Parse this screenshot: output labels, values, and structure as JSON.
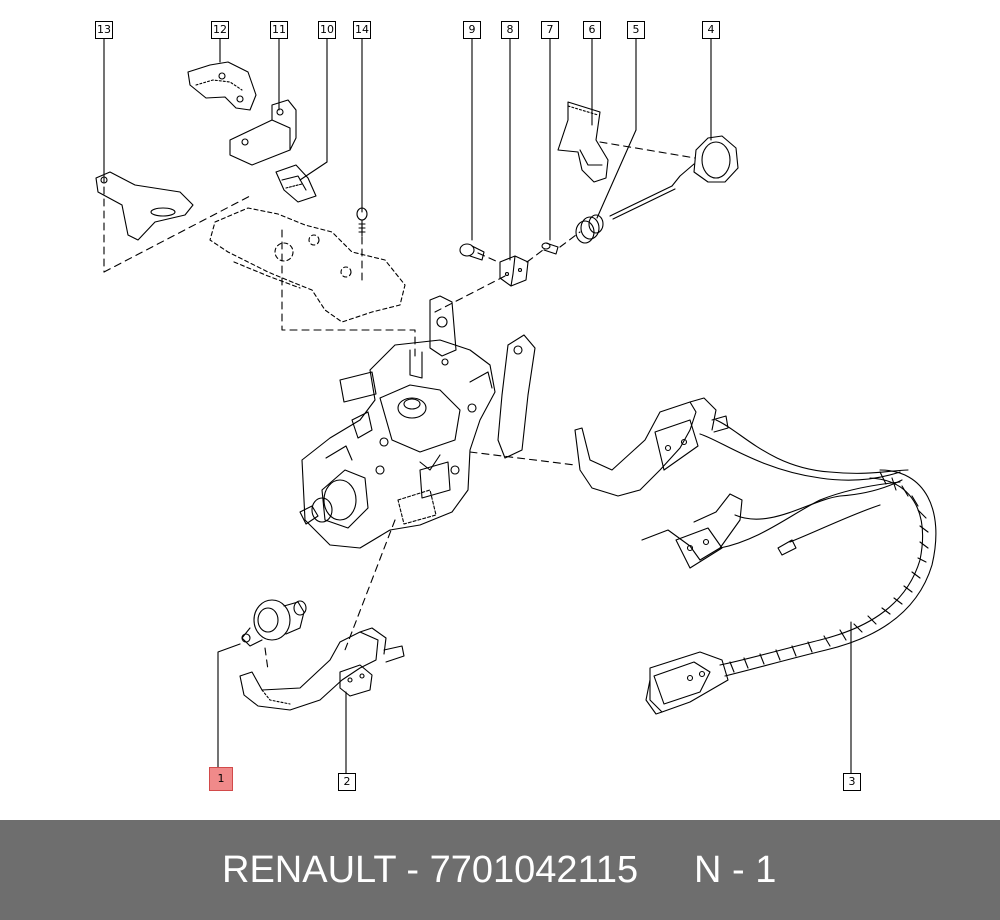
{
  "callouts": {
    "c1": "1",
    "c2": "2",
    "c3": "3",
    "c4": "4",
    "c5": "5",
    "c6": "6",
    "c7": "7",
    "c8": "8",
    "c9": "9",
    "c10": "10",
    "c11": "11",
    "c12": "12",
    "c13": "13",
    "c14": "14"
  },
  "highlight_color": "#f08a8a",
  "footer": {
    "part_number": "RENAULT - 7701042115",
    "quantity": "N - 1",
    "background_color": "#6e6e6e"
  }
}
